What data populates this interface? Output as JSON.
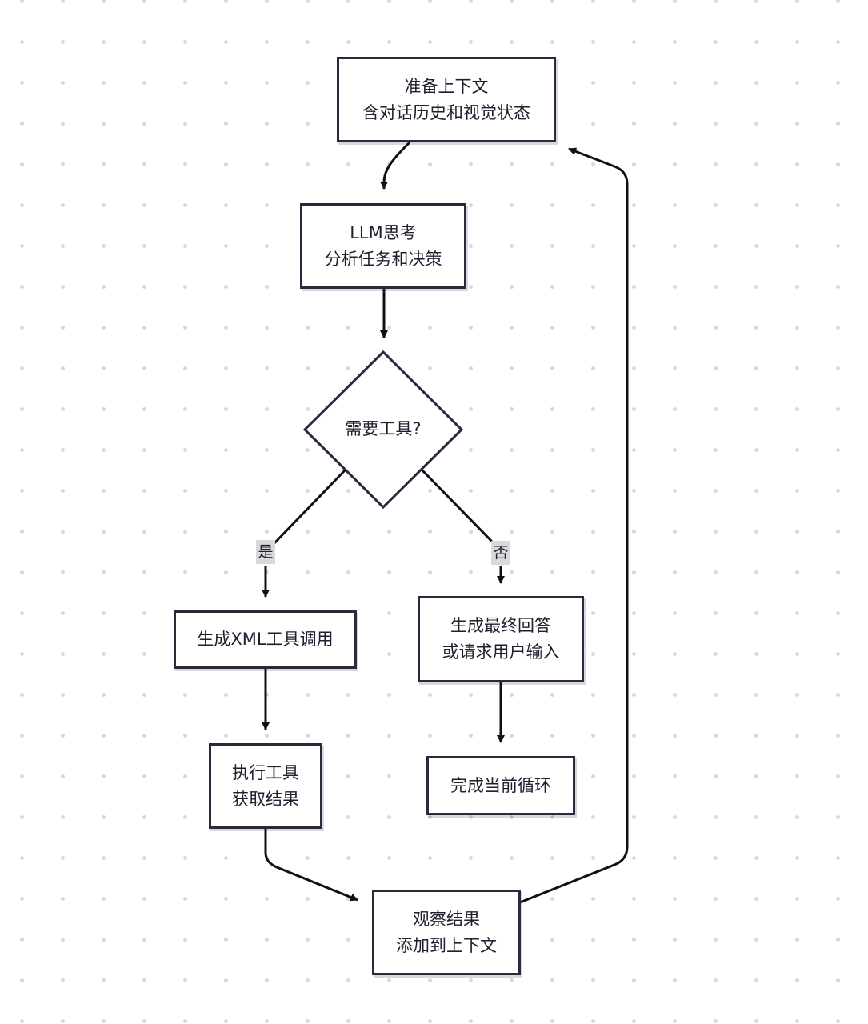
{
  "nodes": {
    "prepare_context": {
      "line1": "准备上下文",
      "line2": "含对话历史和视觉状态"
    },
    "llm_think": {
      "line1": "LLM思考",
      "line2": "分析任务和决策"
    },
    "need_tool": {
      "label": "需要工具?"
    },
    "generate_xml": {
      "label": "生成XML工具调用"
    },
    "final_answer": {
      "line1": "生成最终回答",
      "line2": "或请求用户输入"
    },
    "execute_tool": {
      "line1": "执行工具",
      "line2": "获取结果"
    },
    "complete_loop": {
      "label": "完成当前循环"
    },
    "observe": {
      "line1": "观察结果",
      "line2": "添加到上下文"
    }
  },
  "edges": {
    "yes_label": "是",
    "no_label": "否"
  },
  "colors": {
    "stroke": "#2a2a3c",
    "edge": "#111111",
    "edge_label_bg": "#d9d9dc",
    "grid_dot": "#d8d8dc"
  }
}
